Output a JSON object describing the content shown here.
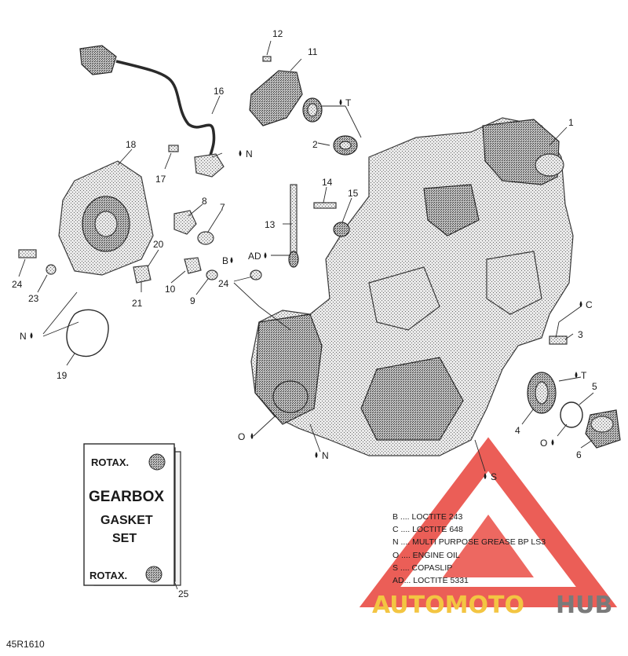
{
  "diagram_ref": "45R1610",
  "callouts": {
    "c1": "1",
    "c2": "2",
    "c3": "3",
    "c4": "4",
    "c5": "5",
    "c6": "6",
    "c7": "7",
    "c8": "8",
    "c9": "9",
    "c10": "10",
    "c11": "11",
    "c12": "12",
    "c13": "13",
    "c14": "14",
    "c15": "15",
    "c16": "16",
    "c17": "17",
    "c18": "18",
    "c19": "19",
    "c20": "20",
    "c21": "21",
    "c23": "23",
    "c24a": "24",
    "c24b": "24",
    "c25": "25"
  },
  "marks": {
    "t1": "T",
    "n1": "N",
    "ad": "AD",
    "b": "B",
    "c": "C",
    "t2": "T",
    "n2": "N",
    "o1": "O",
    "o2": "O",
    "n3": "N",
    "s": "S"
  },
  "kit_box": {
    "brand_top": "ROTAX.",
    "line1": "GEARBOX",
    "line2": "GASKET",
    "line3": "SET",
    "brand_bottom": "ROTAX."
  },
  "legend": [
    "B .... LOCTITE 243",
    "C .... LOCTITE 648",
    "N .... MULTI PURPOSE GREASE BP LS3",
    "O .... ENGINE OIL",
    "S .... COPASLIP",
    "AD... LOCTITE 5331"
  ],
  "watermark": {
    "part1": "AUTOMOTO",
    "part2": "HUB"
  },
  "colors": {
    "watermark_red": "#e8423a",
    "watermark_yellow": "#f3c542",
    "watermark_gray": "#7a7a7a"
  }
}
